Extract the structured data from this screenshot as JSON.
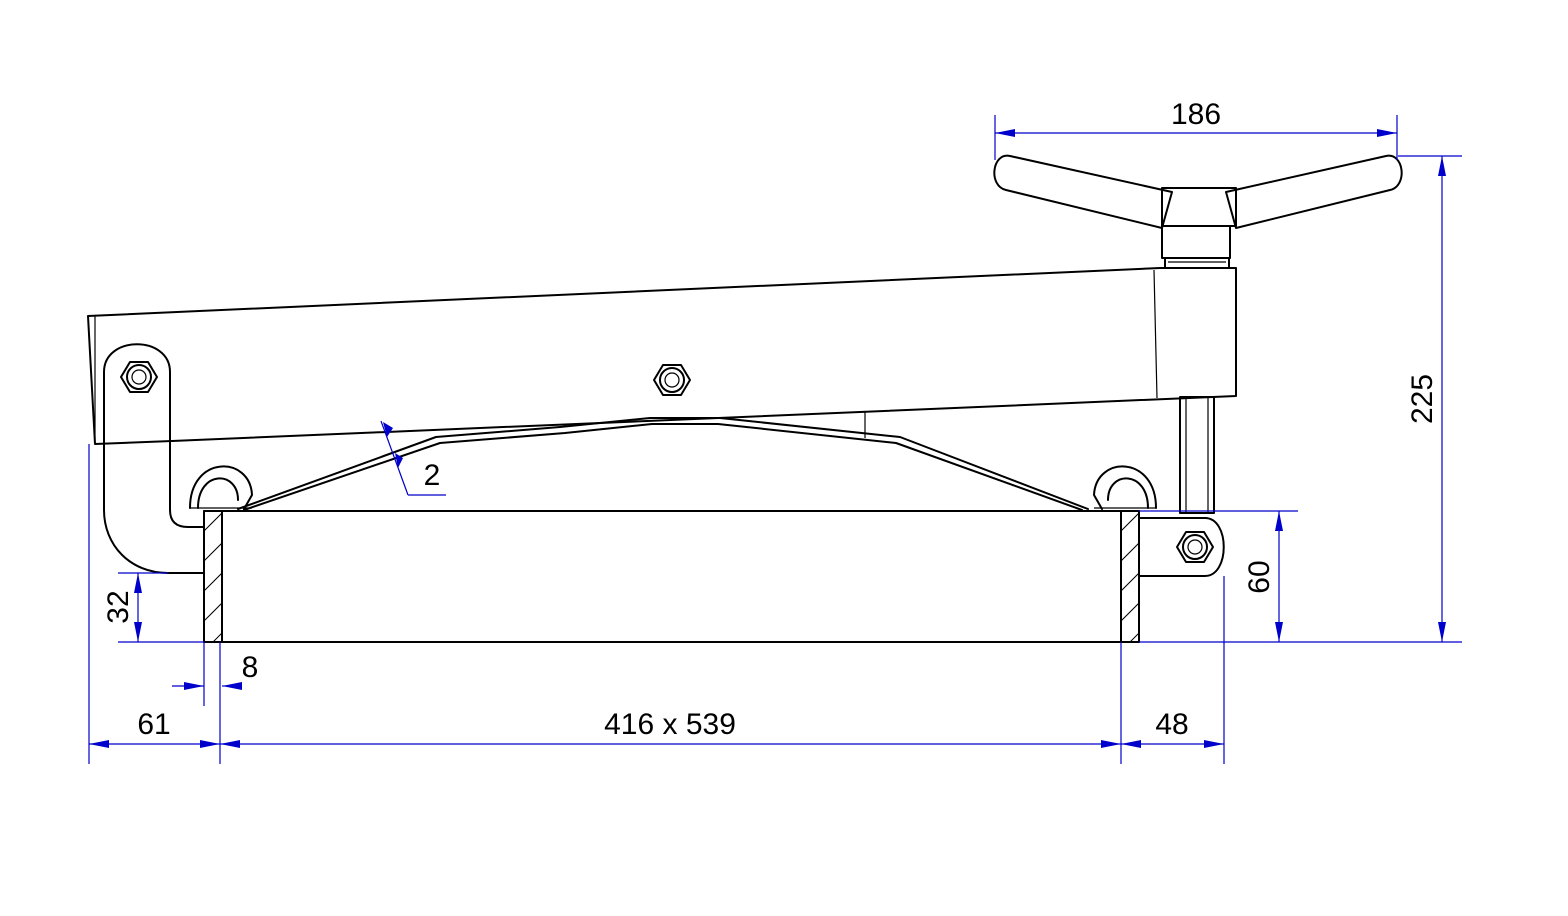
{
  "colors": {
    "line": "#000000",
    "dimension": "#0000cc",
    "background": "#ffffff"
  },
  "dimensions": {
    "handle_width": "186",
    "total_height": "225",
    "frame_height": "60",
    "hinge_height": "32",
    "wall_thickness": "8",
    "sheet_thickness": "2",
    "hinge_offset": "61",
    "opening": "416 x 539",
    "right_offset": "48"
  }
}
